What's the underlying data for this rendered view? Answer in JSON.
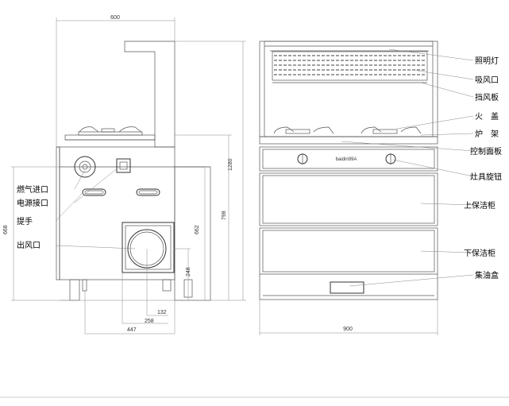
{
  "side_view": {
    "dimensions": {
      "width_top": "600",
      "total_height": "1280",
      "body_height": "798",
      "left_height": "668",
      "inner_height": "662",
      "outlet_height": "248",
      "outlet_offset": "132",
      "outlet_center": "258",
      "depth": "447"
    },
    "labels": {
      "gas_inlet": "燃气进口",
      "power_port": "电源接口",
      "handle": "提手",
      "air_outlet": "出风口"
    }
  },
  "front_view": {
    "brand": "baidin99A",
    "dimensions": {
      "width": "900"
    },
    "labels": {
      "light": "照明灯",
      "intake": "吸风口",
      "baffle": "挡风板",
      "fire_cover": "火　盖",
      "pot_rack": "炉　架",
      "control_panel": "控制面板",
      "knob": "灶具旋钮",
      "upper_cabinet": "上保洁柜",
      "lower_cabinet": "下保洁柜",
      "oil_box": "集油盒"
    }
  }
}
